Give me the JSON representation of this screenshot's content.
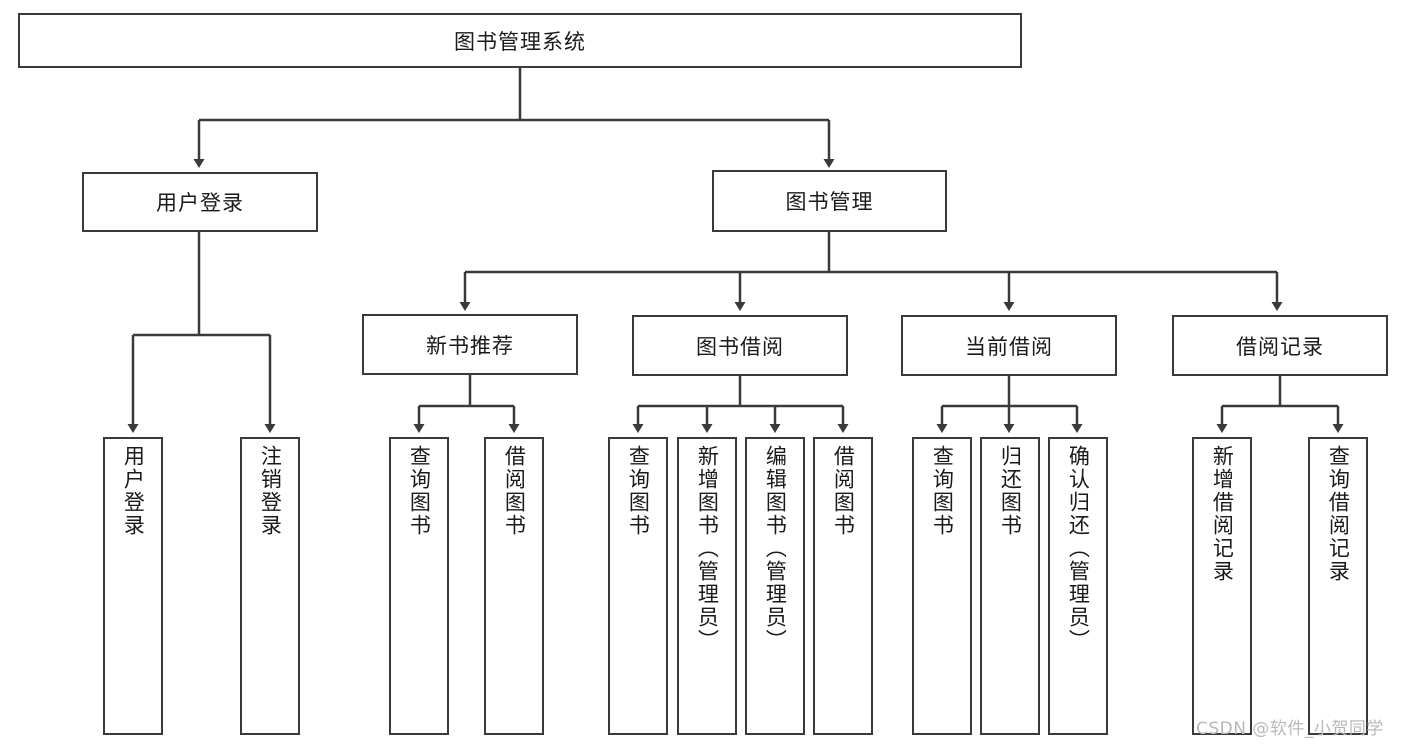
{
  "diagram": {
    "title": "图书管理系统",
    "type": "functional-structure-tree",
    "root": {
      "label": "图书管理系统"
    },
    "level2": [
      {
        "label": "用户登录"
      },
      {
        "label": "图书管理"
      }
    ],
    "level3": [
      {
        "label": "新书推荐"
      },
      {
        "label": "图书借阅"
      },
      {
        "label": "当前借阅"
      },
      {
        "label": "借阅记录"
      }
    ],
    "leaves": {
      "user_login": [
        {
          "label": "用户登录"
        },
        {
          "label": "注销登录"
        }
      ],
      "new_book_recommend": [
        {
          "label": "查询图书"
        },
        {
          "label": "借阅图书"
        }
      ],
      "book_borrow": [
        {
          "label": "查询图书"
        },
        {
          "label": "新增图书（管理员）"
        },
        {
          "label": "编辑图书（管理员）"
        },
        {
          "label": "借阅图书"
        }
      ],
      "current_borrow": [
        {
          "label": "查询图书"
        },
        {
          "label": "归还图书"
        },
        {
          "label": "确认归还（管理员）"
        }
      ],
      "borrow_record": [
        {
          "label": "新增借阅记录"
        },
        {
          "label": "查询借阅记录"
        }
      ]
    }
  },
  "watermark": {
    "text": "CSDN @软件_小贺同学"
  },
  "colors": {
    "stroke": "#3a3a3a",
    "fill": "#ffffff",
    "text": "#1a1a1a",
    "watermark": "#b9b9b9"
  }
}
